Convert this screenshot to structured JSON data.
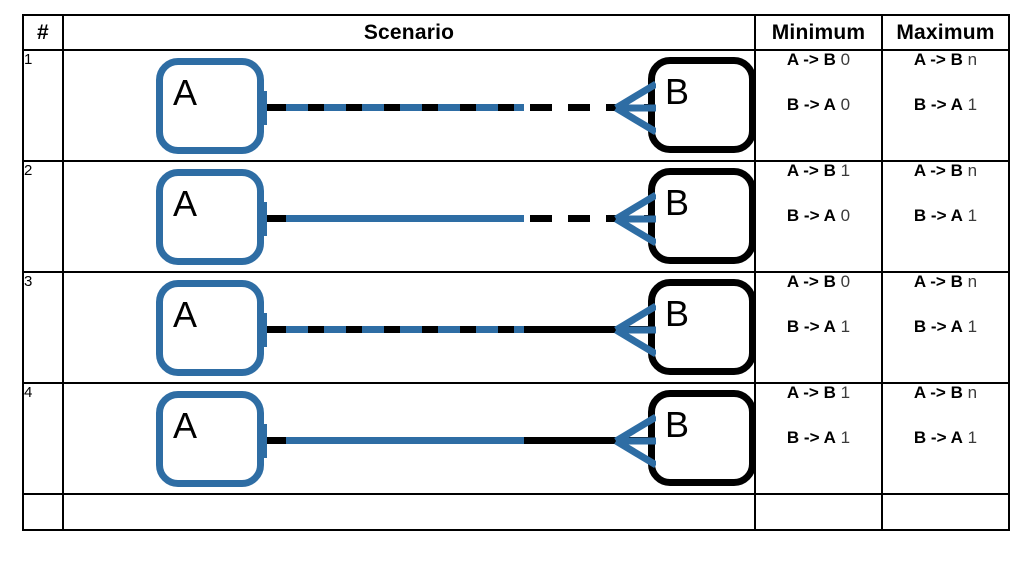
{
  "table": {
    "columns": [
      {
        "key": "num",
        "label": "#"
      },
      {
        "key": "scen",
        "label": "Scenario"
      },
      {
        "key": "min",
        "label": "Minimum"
      },
      {
        "key": "max",
        "label": "Maximum"
      }
    ],
    "header_bg": "#a8c46e",
    "border_color": "#000000",
    "accent_blue": "#2e6da4",
    "accent_black": "#000000"
  },
  "labels": {
    "node_a": "A",
    "node_b": "B",
    "rel_ab": "A -> B",
    "rel_ba": "B -> A"
  },
  "rows": [
    {
      "num": "1",
      "diagram": {
        "source": "A",
        "target": "B",
        "source_style": "blue",
        "target_style": "black",
        "left_segment": "blue-dashed",
        "right_segment": "black-dashed",
        "arrow": "crows-foot-blue",
        "arrow_direction": "left"
      },
      "minimum": {
        "ab_label": "A -> B",
        "ab_value": "0",
        "ba_label": "B -> A",
        "ba_value": "0"
      },
      "maximum": {
        "ab_label": "A -> B",
        "ab_value": "n",
        "ba_label": "B -> A",
        "ba_value": "1"
      }
    },
    {
      "num": "2",
      "diagram": {
        "source": "A",
        "target": "B",
        "source_style": "blue",
        "target_style": "black",
        "left_segment": "blue-solid",
        "right_segment": "black-dashed",
        "arrow": "crows-foot-blue",
        "arrow_direction": "left"
      },
      "minimum": {
        "ab_label": "A -> B",
        "ab_value": "1",
        "ba_label": "B -> A",
        "ba_value": "0"
      },
      "maximum": {
        "ab_label": "A -> B",
        "ab_value": "n",
        "ba_label": "B -> A",
        "ba_value": "1"
      }
    },
    {
      "num": "3",
      "diagram": {
        "source": "A",
        "target": "B",
        "source_style": "blue",
        "target_style": "black",
        "left_segment": "blue-dashed",
        "right_segment": "black-solid",
        "arrow": "crows-foot-blue",
        "arrow_direction": "left"
      },
      "minimum": {
        "ab_label": "A -> B",
        "ab_value": "0",
        "ba_label": "B -> A",
        "ba_value": "1"
      },
      "maximum": {
        "ab_label": "A -> B",
        "ab_value": "n",
        "ba_label": "B -> A",
        "ba_value": "1"
      }
    },
    {
      "num": "4",
      "diagram": {
        "source": "A",
        "target": "B",
        "source_style": "blue",
        "target_style": "black",
        "left_segment": "blue-solid",
        "right_segment": "black-solid",
        "arrow": "crows-foot-blue",
        "arrow_direction": "left"
      },
      "minimum": {
        "ab_label": "A -> B",
        "ab_value": "1",
        "ba_label": "B -> A",
        "ba_value": "1"
      },
      "maximum": {
        "ab_label": "A -> B",
        "ab_value": "n",
        "ba_label": "B -> A",
        "ba_value": "1"
      }
    }
  ],
  "empty_row": {
    "num": "",
    "scen": "",
    "min": "",
    "max": ""
  }
}
